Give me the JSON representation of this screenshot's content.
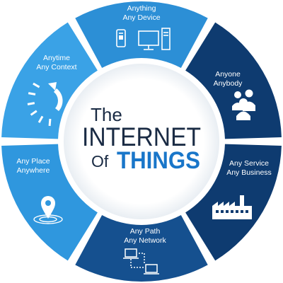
{
  "center": {
    "line1": "The",
    "line2": "INTERNET",
    "line3a": "Of",
    "line3b": "THINGS"
  },
  "segments": [
    {
      "line1": "Anything",
      "line2": "Any Device",
      "icon": "devices-icon",
      "color": "#2c8fd6"
    },
    {
      "line1": "Anyone",
      "line2": "Anybody",
      "icon": "people-icon",
      "color": "#0e3b70"
    },
    {
      "line1": "Any Service",
      "line2": "Any Business",
      "icon": "factory-icon",
      "color": "#0e3b70"
    },
    {
      "line1": "Any Path",
      "line2": "Any Network",
      "icon": "network-icon",
      "color": "#15508f"
    },
    {
      "line1": "Any Place",
      "line2": "Anywhere",
      "icon": "location-pin-icon",
      "color": "#2f97de"
    },
    {
      "line1": "Anytime",
      "line2": "Any Context",
      "icon": "refresh-clock-icon",
      "color": "#3aa2e6"
    }
  ],
  "colors": {
    "light_blue": "#2f97de",
    "dark_navy": "#0e3b70",
    "center_text_dark": "#1a2b44",
    "center_text_accent": "#1976c9"
  }
}
